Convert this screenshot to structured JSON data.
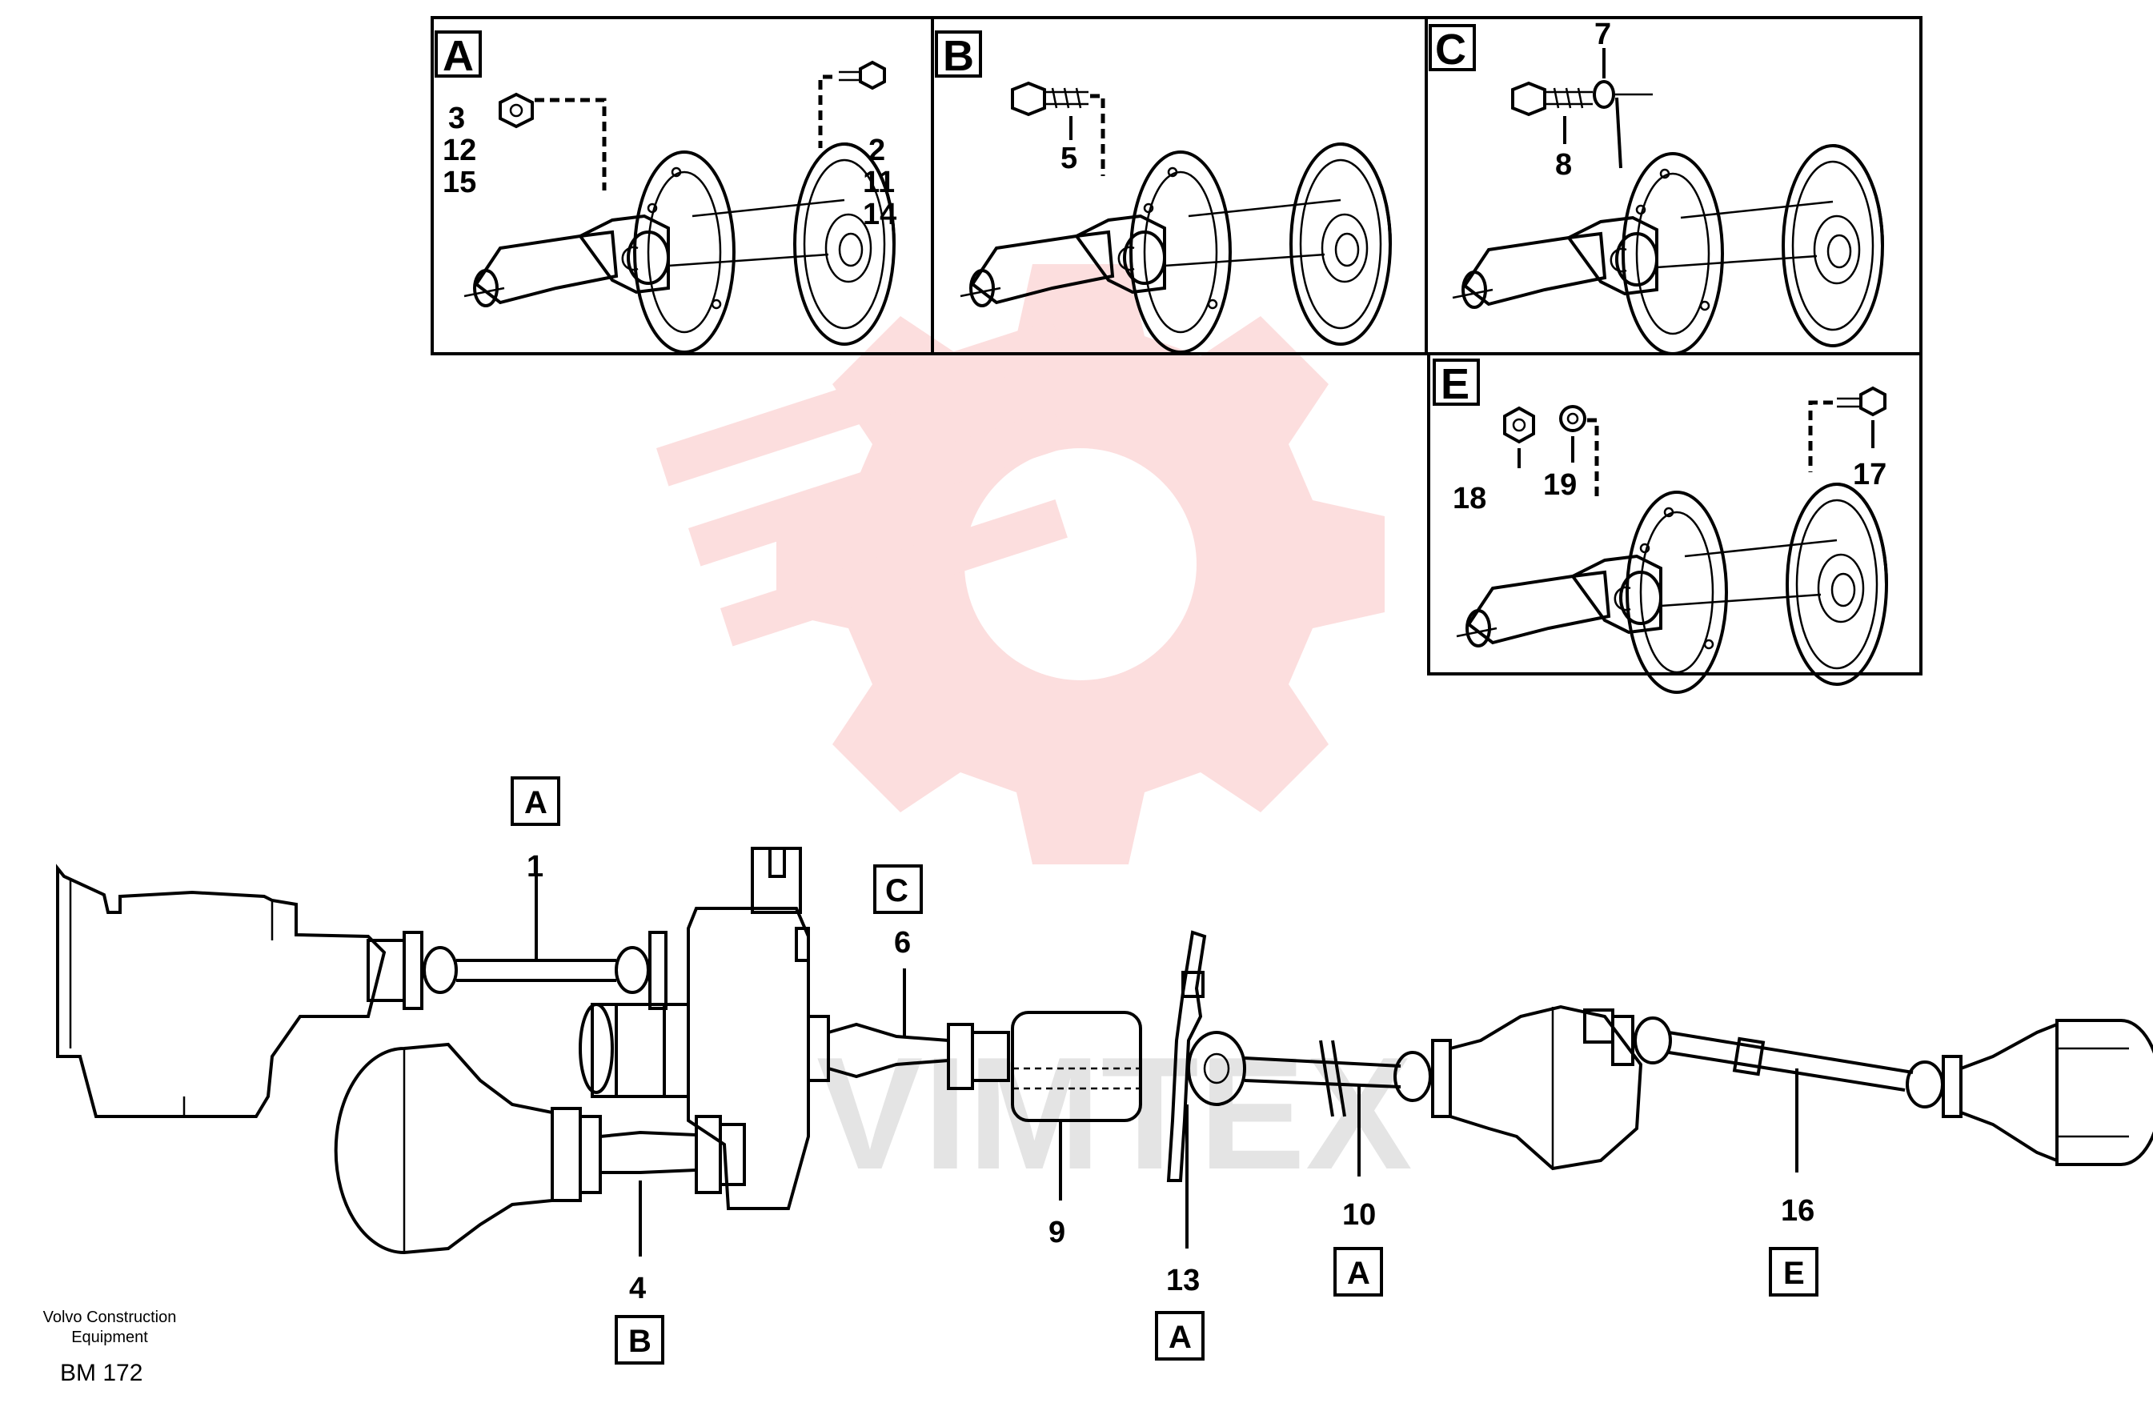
{
  "panels": [
    {
      "letter": "A",
      "callouts": [
        "3",
        "12",
        "15",
        "2",
        "11",
        "14"
      ]
    },
    {
      "letter": "B",
      "callouts": [
        "5"
      ]
    },
    {
      "letter": "C",
      "callouts": [
        "7",
        "8"
      ]
    },
    {
      "letter": "E",
      "callouts": [
        "18",
        "19",
        "17"
      ]
    }
  ],
  "main_callouts": [
    "1",
    "4",
    "6",
    "9",
    "13",
    "10",
    "16"
  ],
  "main_refs": [
    "A",
    "B",
    "C",
    "A",
    "A",
    "E"
  ],
  "footer": {
    "company_line1": "Volvo Construction",
    "company_line2": "Equipment",
    "code": "BM 172"
  },
  "watermark": {
    "text": "VIMTEX",
    "color": "#f26b6b",
    "text_color": "#d9d9d9"
  }
}
